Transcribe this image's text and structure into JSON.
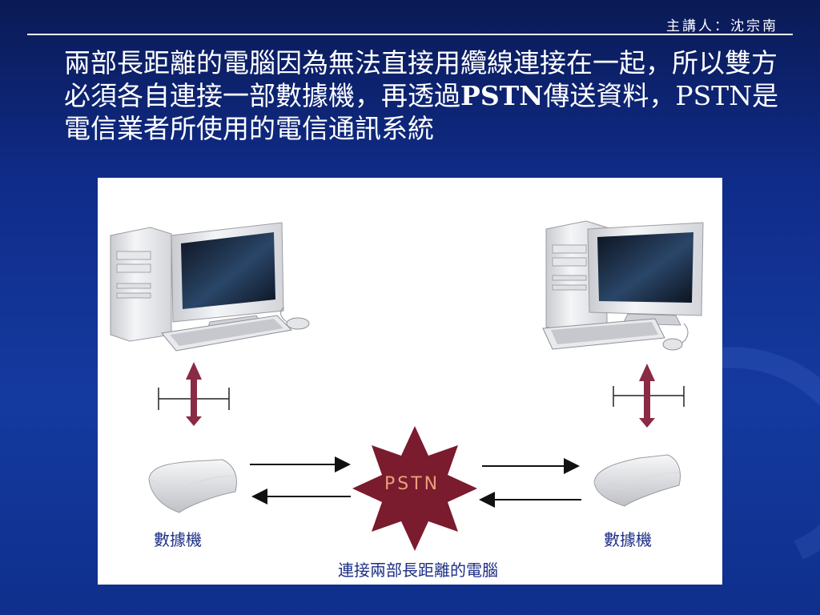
{
  "header": {
    "presenter": "主講人：沈宗南"
  },
  "body": {
    "part1": "兩部長距離的電腦因為無法直接用纜線連接在一起，所以雙方必須各自連接一部數據機，再透過",
    "part2": "PSTN",
    "part3": "傳送資料，PSTN是電信業者所使用的電信通訊系統"
  },
  "diagram": {
    "center_label": "PSTN",
    "left_modem_label": "數據機",
    "right_modem_label": "數據機",
    "caption": "連接兩部長距離的電腦"
  },
  "colors": {
    "background": "#143aa0",
    "starburst": "#7a1b2e",
    "arrow_link": "#8a2a44",
    "label_text": "#1d2f86"
  }
}
